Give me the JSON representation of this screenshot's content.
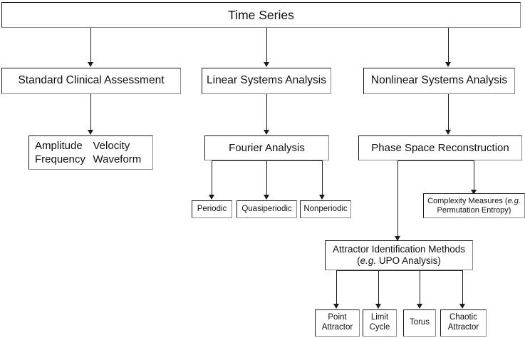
{
  "diagram": {
    "title": "Time Series",
    "root": {
      "label": "Time Series"
    },
    "branches": [
      {
        "label": "Standard Clinical Assessment"
      },
      {
        "label": "Linear Systems Analysis"
      },
      {
        "label": "Nonlinear Systems Analysis"
      }
    ],
    "clinical_measures": {
      "items": [
        "Amplitude",
        "Velocity",
        "Frequency",
        "Waveform"
      ]
    },
    "fourier": {
      "label": "Fourier Analysis",
      "children": [
        "Periodic",
        "Quasiperiodic",
        "Nonperiodic"
      ]
    },
    "phase_space": {
      "label": "Phase Space Reconstruction"
    },
    "complexity": {
      "line1_pre": "Complexity Measures (",
      "line1_italic": "e.g.",
      "line2": "Permutation Entropy)"
    },
    "attractor_methods": {
      "line1": "Attractor Identification Methods",
      "line2_italic": "e.g.",
      "line2_pre": "(",
      "line2_post": " UPO Analysis)"
    },
    "attractors": [
      {
        "line1": "Point",
        "line2": "Attractor"
      },
      {
        "line1": "Limit",
        "line2": "Cycle"
      },
      {
        "line1": "Torus",
        "line2": ""
      },
      {
        "line1": "Chaotic",
        "line2": "Attractor"
      }
    ],
    "colors": {
      "border": "#1a1a1a",
      "shadow_border": "#8a8a8a",
      "connector": "#1d1d1d",
      "background": "#ffffff",
      "text": "#101010"
    }
  }
}
